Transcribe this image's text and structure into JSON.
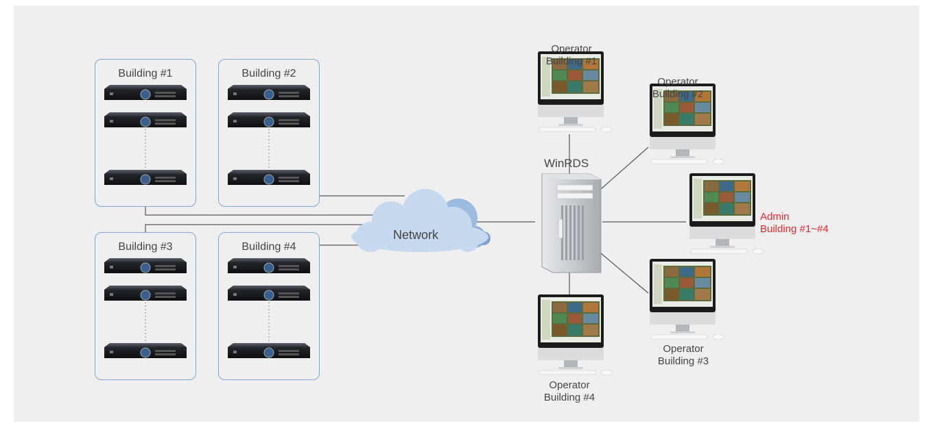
{
  "buildings": [
    {
      "label": "Building #1"
    },
    {
      "label": "Building #2"
    },
    {
      "label": "Building #3"
    },
    {
      "label": "Building #4"
    }
  ],
  "network": {
    "label": "Network"
  },
  "server": {
    "label": "WinRDS"
  },
  "operators": [
    {
      "line1": "Operator",
      "line2": "Building #1"
    },
    {
      "line1": "Operator",
      "line2": "Building #2"
    },
    {
      "line1": "Operator",
      "line2": "Building #3"
    },
    {
      "line1": "Operator",
      "line2": "Building #4"
    }
  ],
  "admin": {
    "line1": "Admin",
    "line2": "Building #1~#4"
  },
  "colors": {
    "admin_text": "#e8262b",
    "building_border": "#7aa7d6",
    "cloud": "#c6d9ef"
  }
}
